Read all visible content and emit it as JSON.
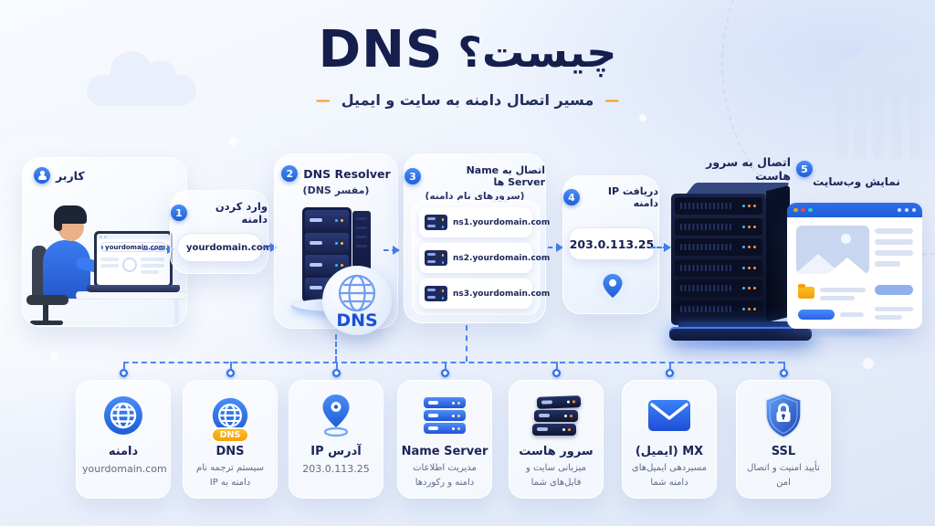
{
  "header": {
    "title_latin": "DNS",
    "title_fa": "چیست؟",
    "dash": "—",
    "subtitle": "مسیر اتصال دامنه به سایت و ایمیل"
  },
  "flow": {
    "user": {
      "label": "کاربر",
      "laptop_url": "yourdomain.com"
    },
    "step1": {
      "num": "1",
      "label": "وارد کردن دامنه",
      "input": "yourdomain.com"
    },
    "step2": {
      "num": "2",
      "label": "DNS Resolver",
      "sublabel": "(مفسر DNS)",
      "globe_label": "DNS"
    },
    "step3": {
      "num": "3",
      "label": "اتصال به Name Server ها",
      "sublabel": "(سرورهای نام دامنه)",
      "servers": [
        "ns1.yourdomain.com",
        "ns2.yourdomain.com",
        "ns3.yourdomain.com"
      ]
    },
    "step4": {
      "num": "4",
      "label": "دریافت IP دامنه",
      "ip": "203.0.113.25"
    },
    "step5": {
      "num": "5",
      "label": "اتصال به سرور هاست"
    },
    "website": {
      "label": "نمایش وب‌سایت"
    }
  },
  "cards": [
    {
      "title": "دامنه",
      "desc": "yourdomain.com"
    },
    {
      "title": "DNS",
      "badge": "DNS",
      "desc": "سیستم ترجمه نام دامنه به IP"
    },
    {
      "title": "آدرس IP",
      "desc": "203.0.113.25"
    },
    {
      "title": "Name Server",
      "desc": "مدیریت اطلاعات دامنه و رکوردها"
    },
    {
      "title": "سرور هاست",
      "desc": "میزبانی سایت و فایل‌های شما"
    },
    {
      "title": "MX (ایمیل)",
      "desc": "مسیردهی ایمیل‌های دامنه شما"
    },
    {
      "title": "SSL",
      "desc": "تأیید امنیت و اتصال امن"
    }
  ],
  "colors": {
    "accent_blue": "#2f6fed",
    "navy": "#1b2559",
    "orange": "#f79a1f"
  }
}
